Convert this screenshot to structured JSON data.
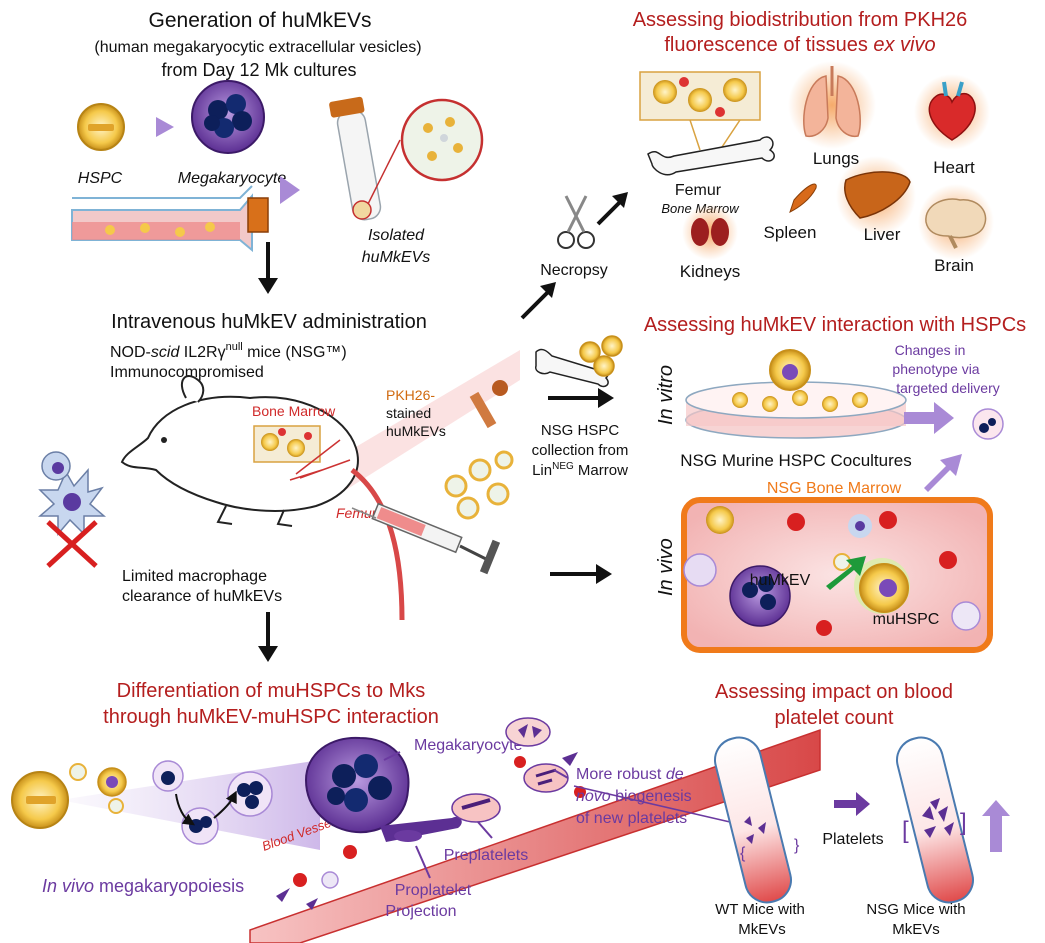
{
  "sections": {
    "generation": {
      "title": "Generation of huMkEVs",
      "subtitle": "(human megakaryocytic extracellular vesicles)",
      "subtitle2": "from Day 12 Mk cultures",
      "hspc": "HSPC",
      "megakaryocyte": "Megakaryocyte",
      "isolated": "Isolated",
      "isolated2": "huMkEVs"
    },
    "biodistribution": {
      "title": "Assessing biodistribution from PKH26",
      "title2_a": "fluorescence of tissues ",
      "title2_b": "ex vivo",
      "necropsy": "Necropsy",
      "femur": "Femur",
      "bone_marrow": "Bone Marrow",
      "lungs": "Lungs",
      "heart": "Heart",
      "kidneys": "Kidneys",
      "spleen": "Spleen",
      "liver": "Liver",
      "brain": "Brain"
    },
    "administration": {
      "title": "Intravenous huMkEV administration",
      "mouse_a": "NOD-",
      "mouse_b": "scid",
      "mouse_c": " IL2Rγ",
      "mouse_sup": "null",
      "mouse_d": " mice (NSG™)",
      "immuno": "Immunocompromised",
      "bone_marrow": "Bone Marrow",
      "femur": "Femur",
      "pkh_1": "PKH26-",
      "pkh_2": "stained",
      "pkh_3": "huMkEVs",
      "macro_1": "Limited macrophage",
      "macro_2": "clearance of huMkEVs"
    },
    "interaction": {
      "title": "Assessing huMkEV interaction with HSPCs",
      "in_vitro": "In vitro",
      "in_vivo": "In vivo",
      "collect_1": "NSG HSPC",
      "collect_2": "collection from",
      "collect_3a": "Lin",
      "collect_sup": "NEG",
      "collect_3b": " Marrow",
      "changes_1": "Changes in",
      "changes_2": "phenotype via",
      "changes_3": "targeted delivery",
      "cocultures": "NSG Murine HSPC Cocultures",
      "nsg_bm": "NSG Bone Marrow",
      "humkev": "huMkEV",
      "muhspc": "muHSPC"
    },
    "differentiation": {
      "title": "Differentiation of muHSPCs to Mks",
      "title2": "through huMkEV-muHSPC interaction",
      "megakaryocyte": "Megakaryocyte",
      "blood_vessel": "Blood Vessel",
      "in_vivo_a": "In vivo",
      "in_vivo_b": " megakaryopoiesis",
      "proplatelet_1": "Proplatelet",
      "proplatelet_2": "Projection",
      "preplatelets": "Preplatelets",
      "robust_1a": "More robust ",
      "robust_1b": "de",
      "robust_2a": "novo",
      "robust_2b": " biogenesis",
      "robust_3": "of new platelets"
    },
    "platelet": {
      "title": "Assessing impact on blood",
      "title2": "platelet count",
      "platelets": "Platelets",
      "wt_1": "WT Mice with",
      "wt_2": "MkEVs",
      "nsg_1": "NSG Mice with",
      "nsg_2": "MkEVs"
    }
  },
  "colors": {
    "heading_red": "#b41e1e",
    "accent_purple": "#6b3aa0",
    "vessel_red": "#d23a3a",
    "bone_marrow_orange": "#f07a1a"
  }
}
